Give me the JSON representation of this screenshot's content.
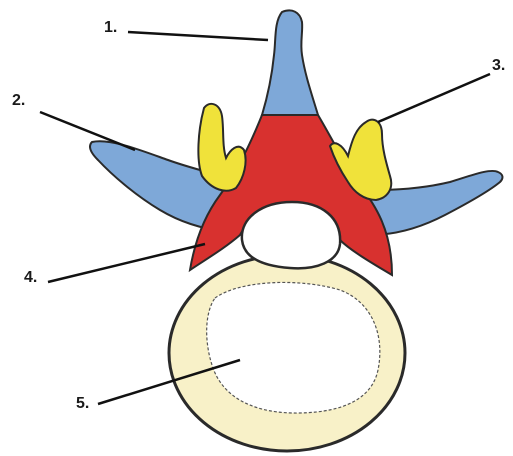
{
  "labels": [
    {
      "id": "1",
      "text": "1."
    },
    {
      "id": "2",
      "text": "2."
    },
    {
      "id": "3",
      "text": "3."
    },
    {
      "id": "4",
      "text": "4."
    },
    {
      "id": "5",
      "text": "5."
    }
  ],
  "colors": {
    "spinous_and_transverse": "#7ea8d8",
    "articular_processes": "#f0e23a",
    "pedicles_lamina": "#d8312f",
    "vertebral_body": "#f8f1c8",
    "body_core": "#ffffff",
    "outline": "#2a2a2a",
    "leader_lines": "#111111"
  }
}
